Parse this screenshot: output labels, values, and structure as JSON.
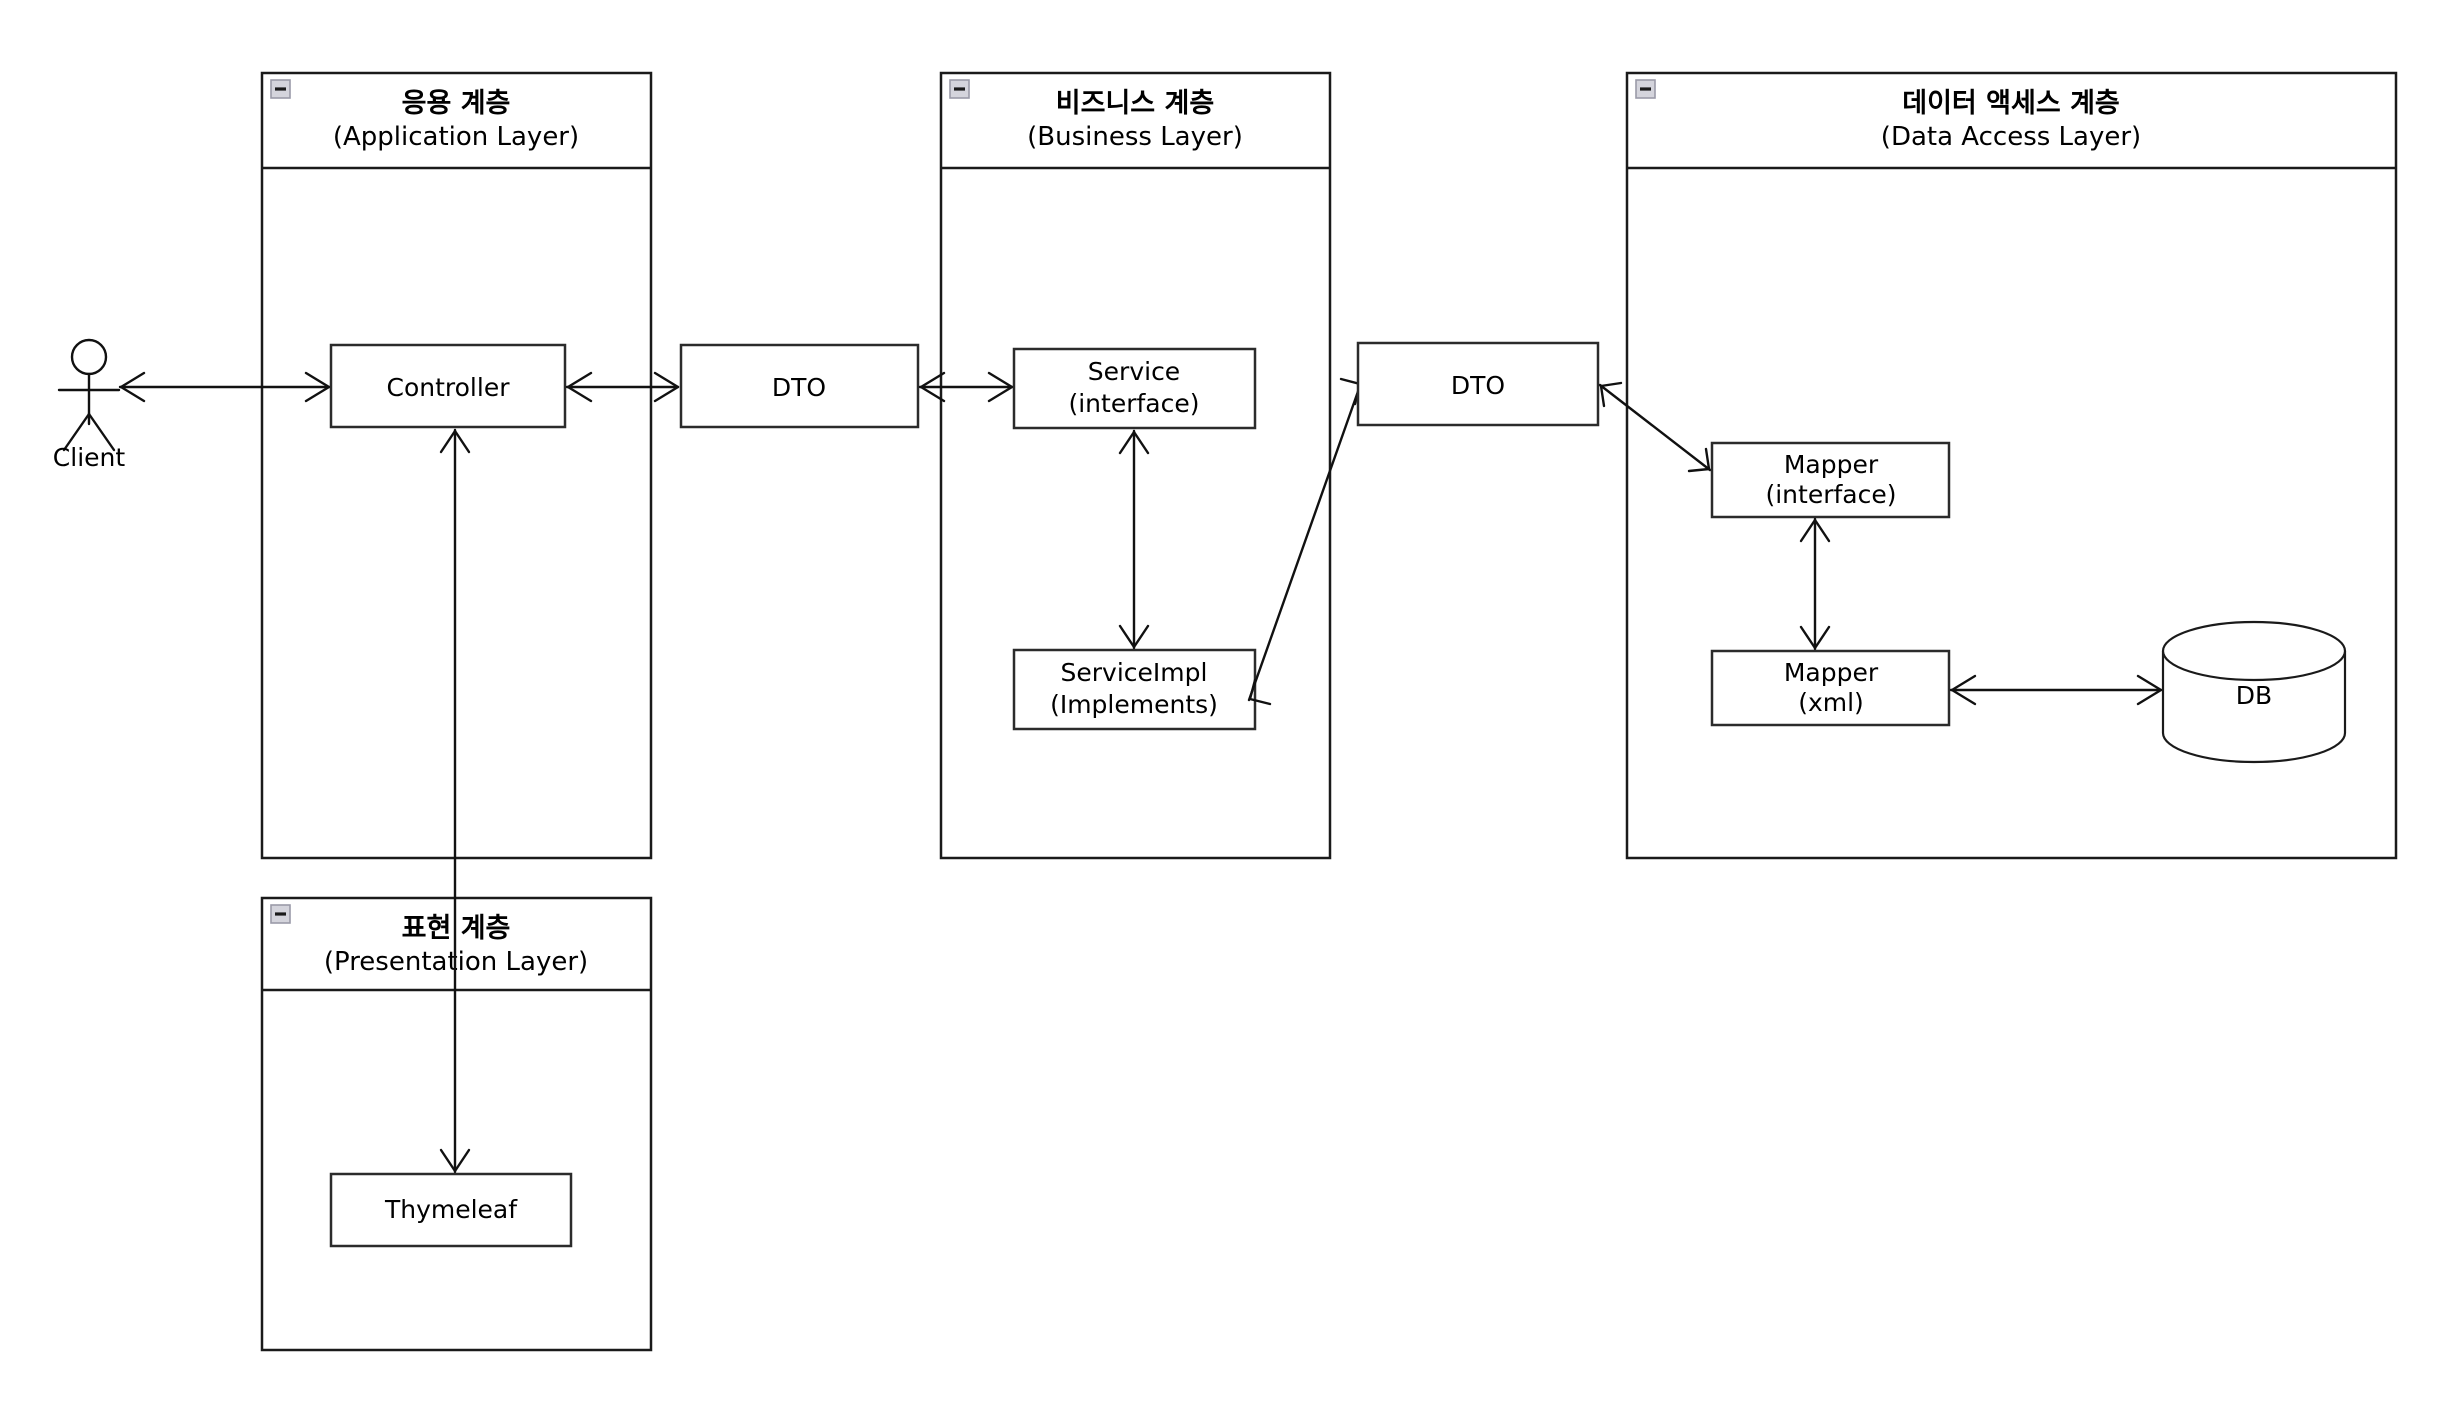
{
  "diagram": {
    "title_semantic": "spring-mvc-layered-architecture-diagram",
    "layers": [
      {
        "id": "application",
        "title_ko": "응용 계층",
        "title_en": "(Application Layer)",
        "collapse_icon": "minus-box-icon",
        "nodes": [
          {
            "id": "controller",
            "label": "Controller"
          }
        ]
      },
      {
        "id": "business",
        "title_ko": "비즈니스 계층",
        "title_en": "(Business Layer)",
        "collapse_icon": "minus-box-icon",
        "nodes": [
          {
            "id": "service",
            "label_line1": "Service",
            "label_line2": "(interface)"
          },
          {
            "id": "serviceimpl",
            "label_line1": "ServiceImpl",
            "label_line2": "(Implements)"
          }
        ]
      },
      {
        "id": "data-access",
        "title_ko": "데이터 액세스 계층",
        "title_en": "(Data Access Layer)",
        "collapse_icon": "minus-box-icon",
        "nodes": [
          {
            "id": "mapper-interface",
            "label_line1": "Mapper",
            "label_line2": "(interface)"
          },
          {
            "id": "mapper-xml",
            "label_line1": "Mapper",
            "label_line2": "(xml)"
          },
          {
            "id": "db",
            "label": "DB"
          }
        ]
      },
      {
        "id": "presentation",
        "title_ko": "표현 계층",
        "title_en": "(Presentation Layer)",
        "collapse_icon": "minus-box-icon",
        "nodes": [
          {
            "id": "thymeleaf",
            "label": "Thymeleaf"
          }
        ]
      }
    ],
    "standalone": {
      "actor": {
        "id": "client",
        "label": "Client",
        "icon": "stick-figure-actor-icon"
      },
      "dto_app_business": {
        "id": "dto-1",
        "label": "DTO"
      },
      "dto_business_data": {
        "id": "dto-2",
        "label": "DTO"
      }
    },
    "connections": [
      {
        "from": "client",
        "to": "controller",
        "direction": "bidirectional"
      },
      {
        "from": "controller",
        "to": "dto-1",
        "direction": "bidirectional"
      },
      {
        "from": "dto-1",
        "to": "service",
        "direction": "bidirectional"
      },
      {
        "from": "service",
        "to": "serviceimpl",
        "direction": "bidirectional"
      },
      {
        "from": "serviceimpl",
        "to": "dto-2",
        "direction": "bidirectional"
      },
      {
        "from": "dto-2",
        "to": "mapper-interface",
        "direction": "bidirectional"
      },
      {
        "from": "mapper-interface",
        "to": "mapper-xml",
        "direction": "bidirectional"
      },
      {
        "from": "mapper-xml",
        "to": "db",
        "direction": "bidirectional"
      },
      {
        "from": "controller",
        "to": "thymeleaf",
        "direction": "bidirectional"
      }
    ],
    "colors": {
      "background": "#ffffff",
      "stroke": "#1a1a1a",
      "node_stroke": "#2b2b2b",
      "collapse_icon_fill": "#d4d4dc"
    }
  }
}
